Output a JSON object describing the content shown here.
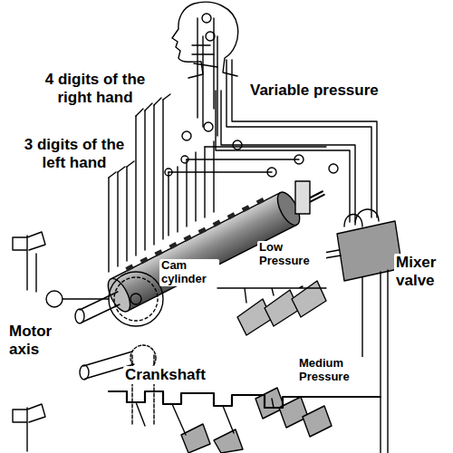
{
  "diagram": {
    "labels": [
      "4 digits of the right hand",
      "3 digits of the left hand",
      "Variable pressure",
      "Cam cylinder",
      "Low Pressure",
      "Mixer valve",
      "Motor axis",
      "Crankshaft",
      "Medium Pressure"
    ]
  }
}
